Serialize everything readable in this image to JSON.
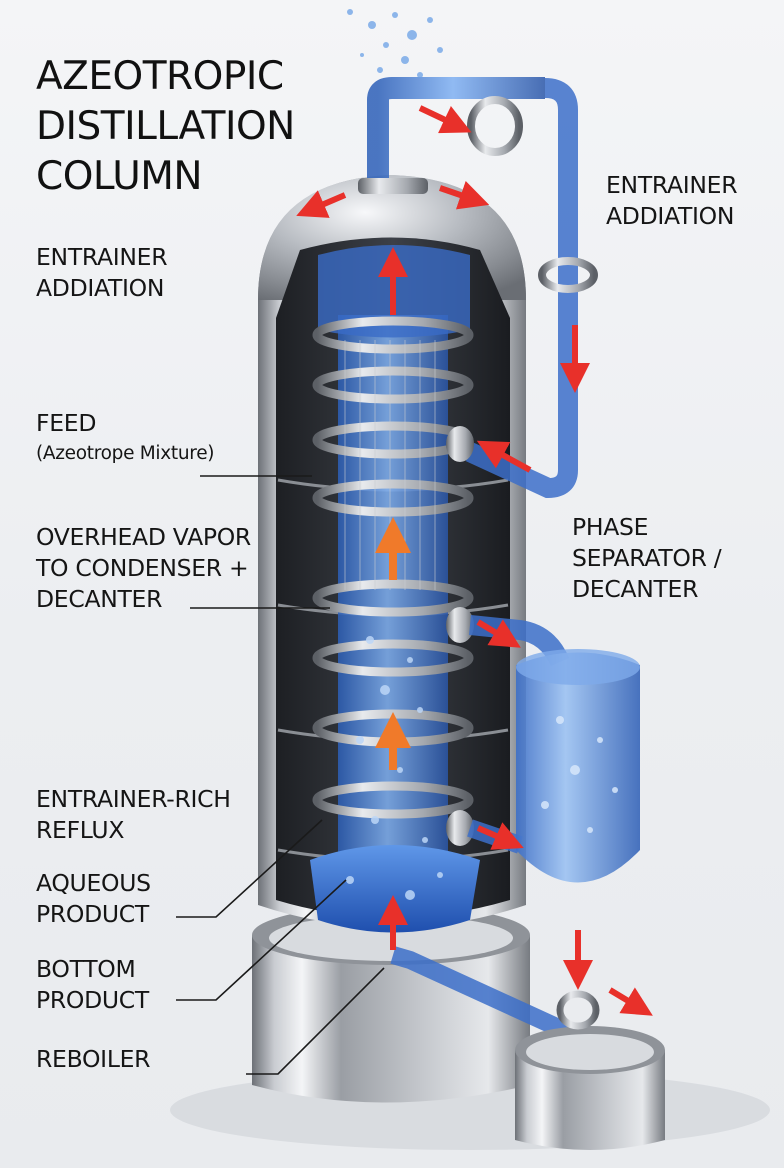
{
  "title": {
    "line1": "AZEOTROPIC",
    "line2": "DISTILLATION",
    "line3": "COLUMN"
  },
  "labels": {
    "entrainer_left": {
      "line1": "ENTRAINER",
      "line2": "ADDIATION"
    },
    "entrainer_right": {
      "line1": "ENTRAINER",
      "line2": "ADDIATION"
    },
    "feed": {
      "line1": "FEED",
      "line2": "(Azeotrope Mixture)"
    },
    "overhead": {
      "line1": "OVERHEAD VAPOR",
      "line2": "TO CONDENSER +",
      "line3": "DECANTER"
    },
    "phase_separator": {
      "line1": "PHASE",
      "line2": "SEPARATOR /",
      "line3": "DECANTER"
    },
    "reflux": {
      "line1": "ENTRAINER-RICH",
      "line2": "REFLUX"
    },
    "aqueous": {
      "line1": "AQUEOUS",
      "line2": "PRODUCT"
    },
    "bottom": {
      "line1": "BOTTOM",
      "line2": "PRODUCT"
    },
    "reboiler": {
      "line1": "REBOILER"
    }
  },
  "colors": {
    "background": "#eef0f3",
    "steel": "#a9adb3",
    "liquid_blue": "#2f6fd6",
    "flow_arrow_red": "#e8302a",
    "vapor_arrow_orange": "#f07a2a",
    "text": "#151515"
  }
}
